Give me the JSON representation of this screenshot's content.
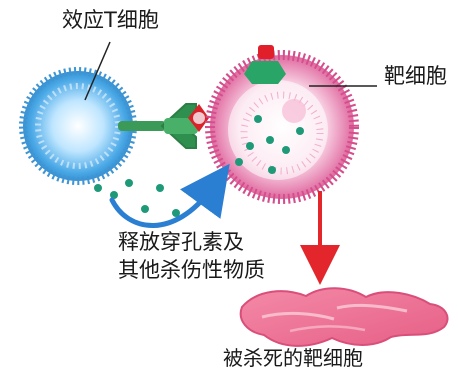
{
  "labels": {
    "effector_t_cell": "效应T细胞",
    "target_cell": "靶细胞",
    "released_molecules_line1": "释放穿孔素及",
    "released_molecules_line2": "其他杀伤性物质",
    "killed_target_cell": "被杀死的靶细胞"
  },
  "colors": {
    "t_cell": "#4aa8e6",
    "target_cell": "#e0508f",
    "receptor": "#3c9a58",
    "antigen": "#d8232a",
    "granule": "#1f9a79",
    "curved_arrow": "#2b7fd2",
    "red_arrow": "#e3262b",
    "killed_cell": "#ea6f8f"
  }
}
